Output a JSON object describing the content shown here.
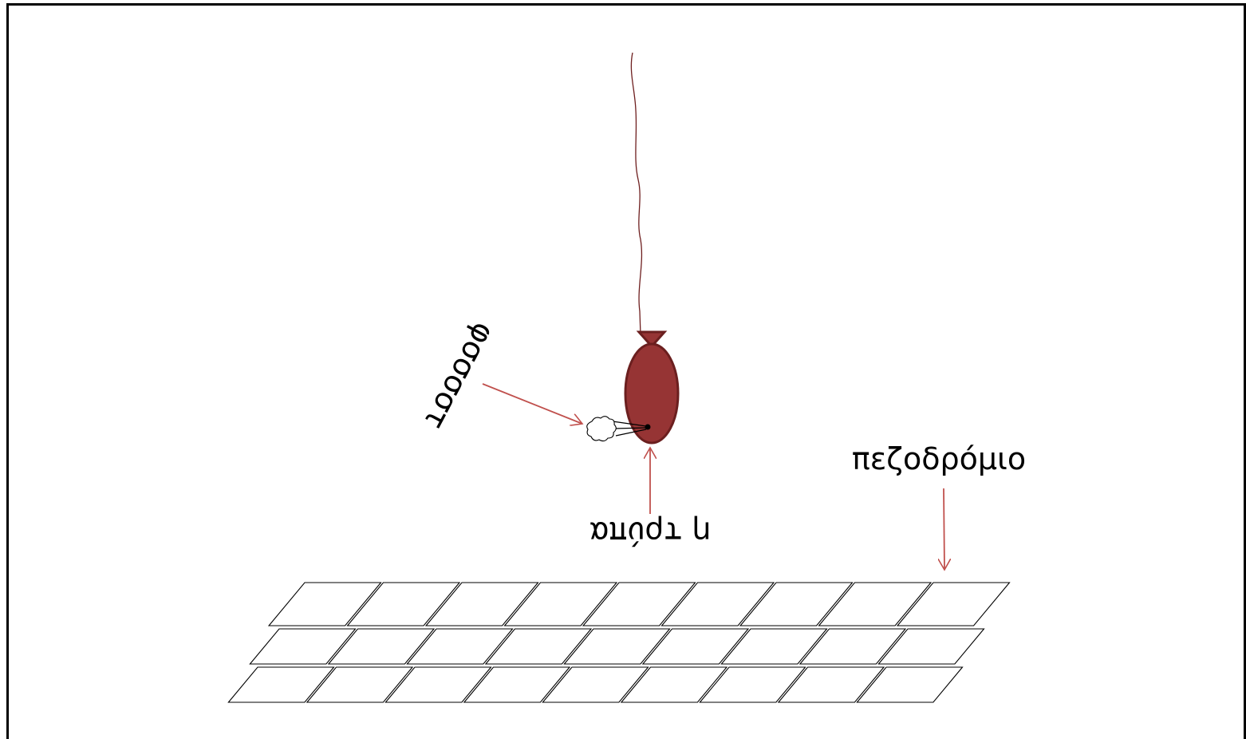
{
  "labels": {
    "fssst": "φσσσστ",
    "hole": "η τρύπα",
    "sidewalk": "πεζοδρόμιο"
  },
  "colors": {
    "balloon_fill": "#963434",
    "balloon_stroke": "#6b1f1f",
    "string": "#6e1f1f",
    "arrow": "#c0504d",
    "frame": "#000000",
    "tile_stroke": "#000000"
  },
  "icons": {
    "balloon": "balloon-icon",
    "air_puff": "cloud-puff-icon",
    "hole": "hole-dot-icon"
  }
}
